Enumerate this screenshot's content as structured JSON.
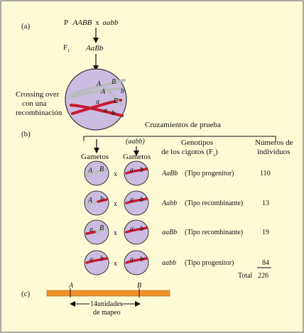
{
  "panels": {
    "a": "(a)",
    "b": "(b)",
    "c": "(c)"
  },
  "cross": {
    "p_label": "P",
    "p_left": "AABB",
    "times": "x",
    "p_right": "aabb",
    "f1_label": "F",
    "f1_sub": "1",
    "f1_genotype": "AaBb"
  },
  "crossing_over": {
    "line1": "Crossing over",
    "line2": "con una",
    "line3": "recombinación",
    "alleles": [
      "A",
      "B",
      "A",
      "b",
      "a",
      "B",
      "a",
      "b"
    ]
  },
  "testcross": {
    "title": "Cruzamientos de prueba",
    "tester": "(aabb)",
    "gametes_left": "Gametos",
    "gametes_right": "Gametos",
    "genotypes_header_1": "Genotipos",
    "genotypes_header_2": "de los cigotos (F",
    "genotypes_header_sub": "2",
    "genotypes_header_close": ")",
    "numbers_header_1": "Números de",
    "numbers_header_2": "individuos",
    "times": "x",
    "rows": [
      {
        "g1": "A",
        "g2": "B",
        "genotype": "AaBb",
        "type": "(Tipo progenitor)",
        "count": "110"
      },
      {
        "g1": "A",
        "g2": "b",
        "genotype": "Aabb",
        "type": "(Tipo recombinante)",
        "count": "13"
      },
      {
        "g1": "a",
        "g2": "B",
        "genotype": "aaBb",
        "type": "(Tipo recombinante)",
        "count": "19"
      },
      {
        "g1": "a",
        "g2": "b",
        "genotype": "aabb",
        "type": "(Tipo progenitor)",
        "count": "84"
      }
    ],
    "tester_alleles": [
      "a",
      "b"
    ],
    "total_label": "Total",
    "total_value": "226"
  },
  "map": {
    "locus_a": "A",
    "locus_b": "B",
    "distance_1": "14unidades",
    "distance_2": "de mapeo"
  },
  "colors": {
    "background": "#fdfbd6",
    "cell": "#cbbde1",
    "red": "#c8192e",
    "gray": "#b9bcbf",
    "orange": "#f0922a",
    "border": "#555555"
  }
}
